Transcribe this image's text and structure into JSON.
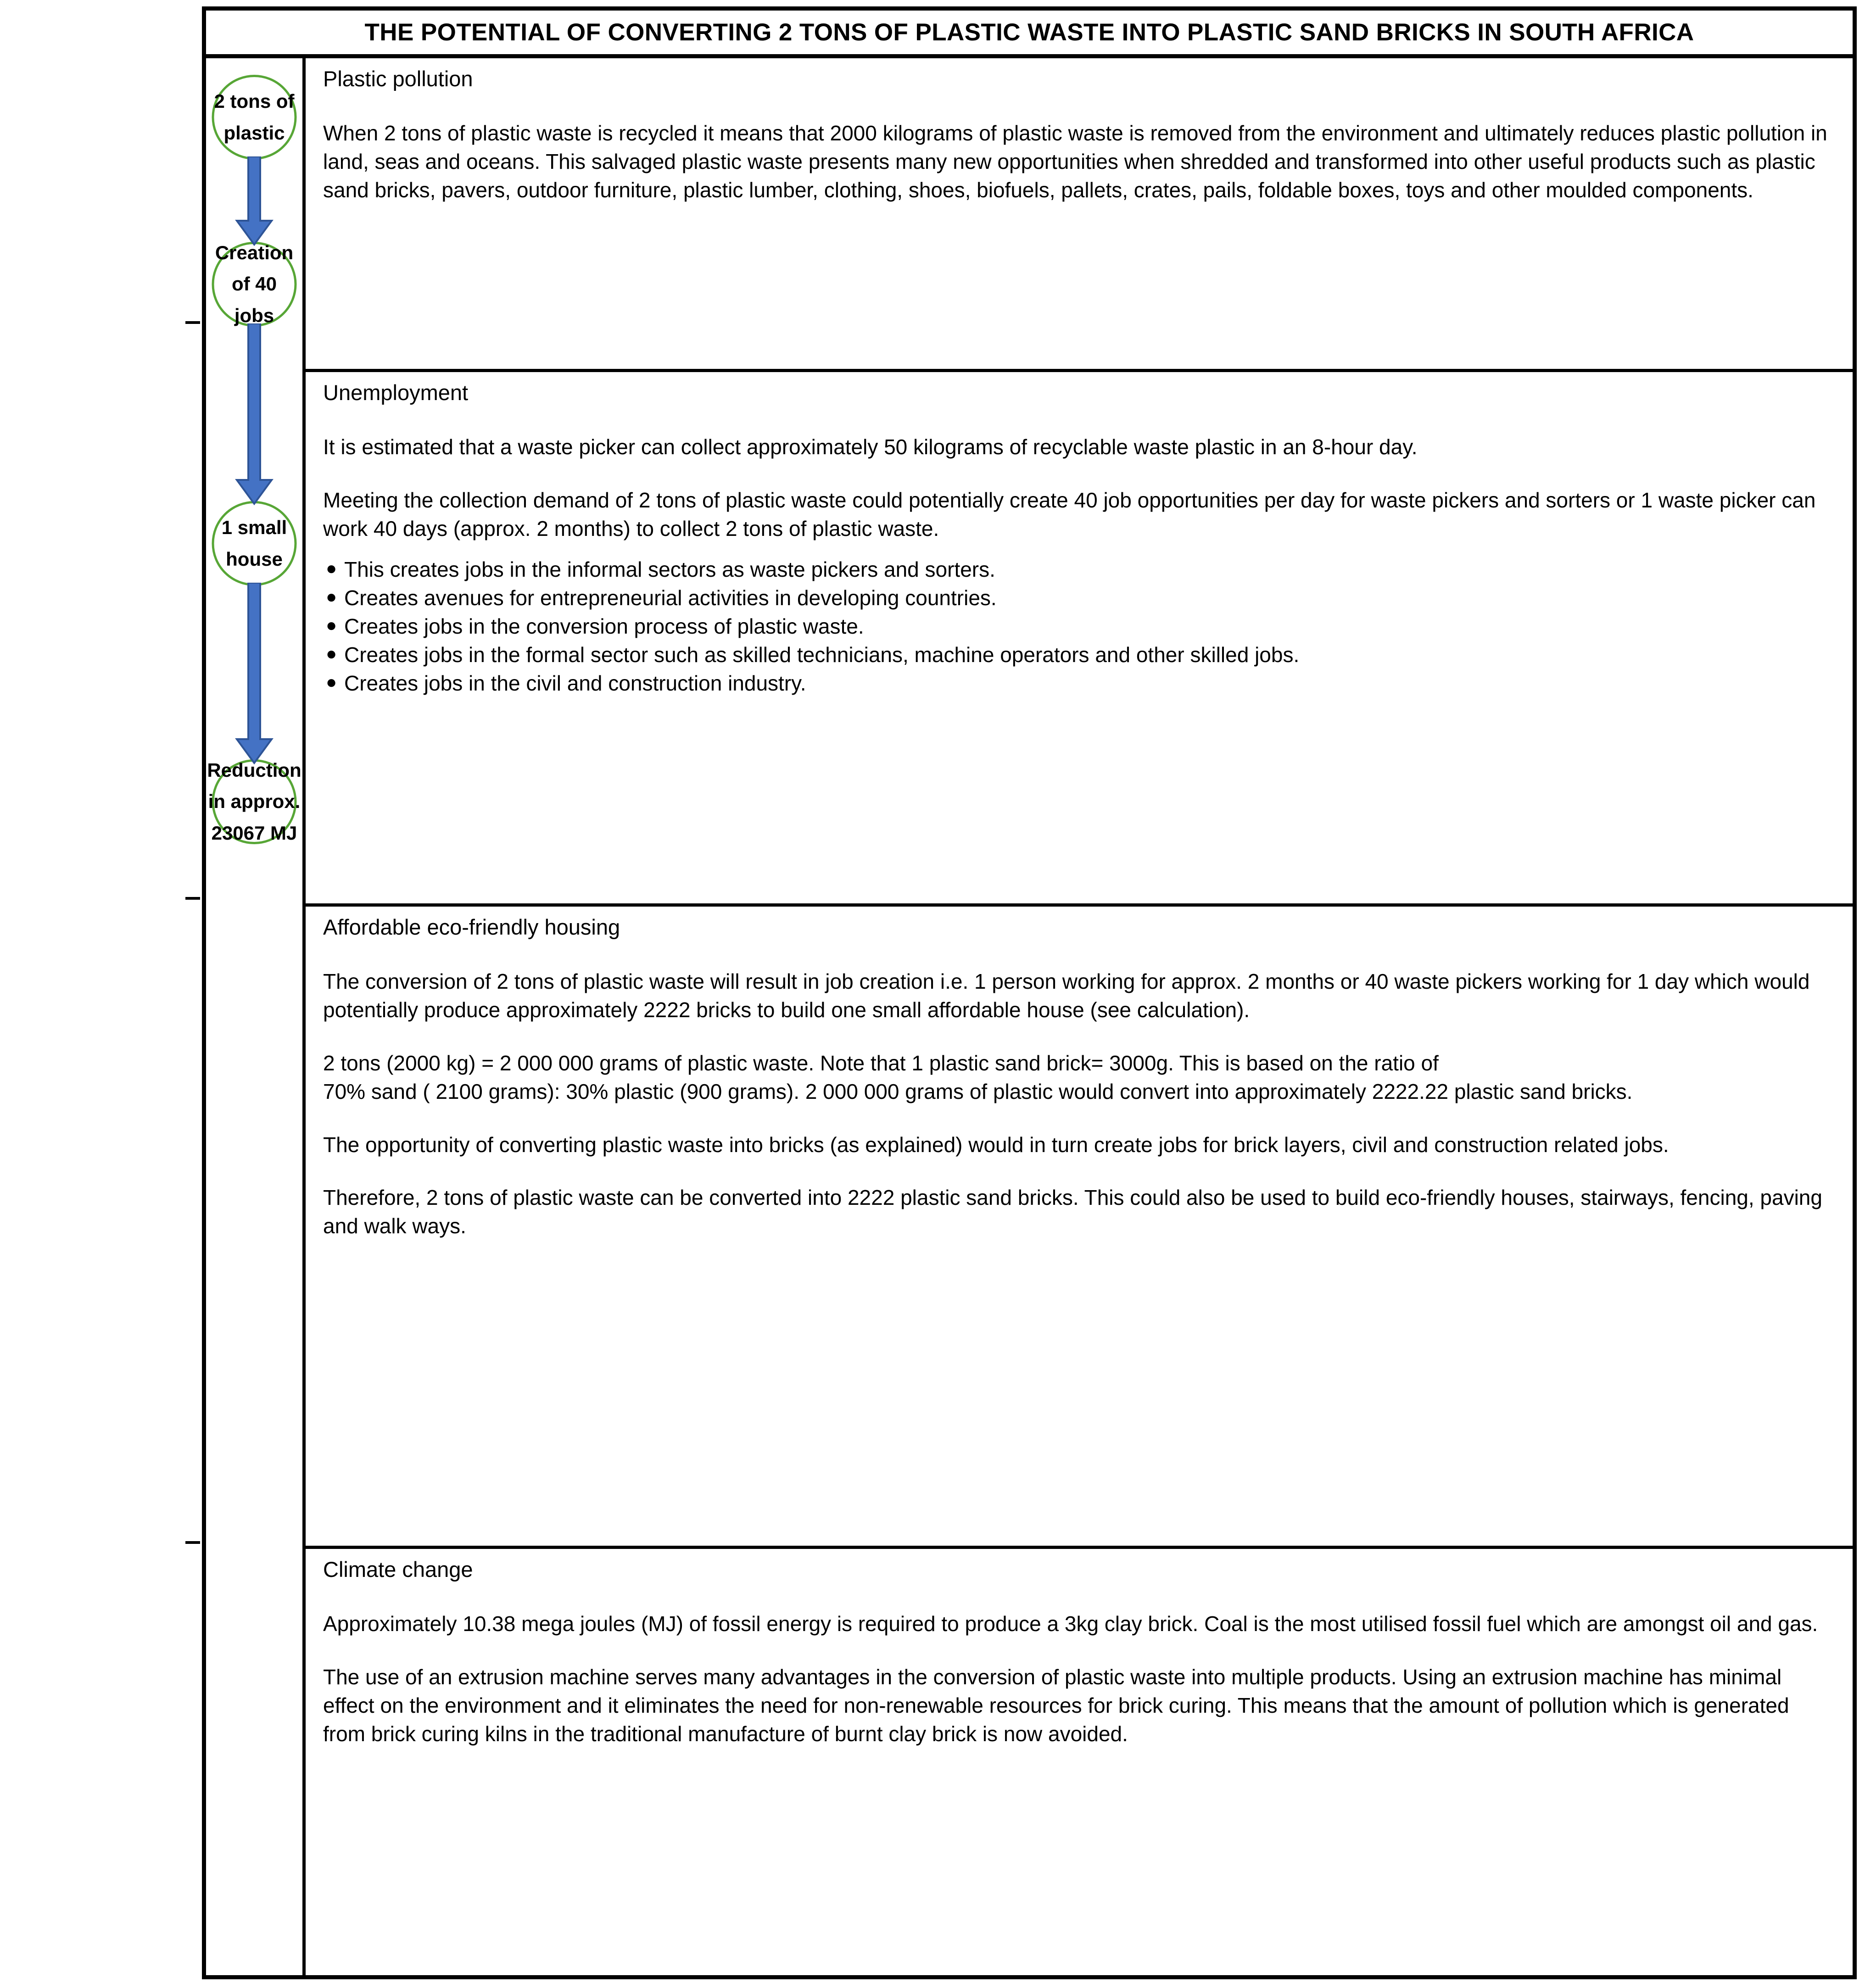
{
  "document": {
    "title": "THE POTENTIAL OF CONVERTING 2 TONS OF PLASTIC WASTE INTO PLASTIC SAND BRICKS IN SOUTH AFRICA"
  },
  "flow": {
    "accent_circle_color": "#57A636",
    "accent_arrow_fill": "#4472C4",
    "accent_arrow_stroke": "#2E5496",
    "nodes": [
      {
        "id": "node-2-tons-of-plastic",
        "lines": [
          "2 tons of",
          "plastic"
        ]
      },
      {
        "id": "node-creation-of-40-jobs",
        "lines": [
          "Creation",
          "of 40",
          "jobs"
        ]
      },
      {
        "id": "node-1-small-house",
        "lines": [
          "1 small",
          "house"
        ]
      },
      {
        "id": "node-reduction-in-mj",
        "lines": [
          "Reduction",
          "in approx.",
          "23067 MJ"
        ]
      }
    ],
    "arrows": [
      {
        "id": "arrow-plastic-to-jobs"
      },
      {
        "id": "arrow-jobs-to-house"
      },
      {
        "id": "arrow-house-to-reduction"
      }
    ]
  },
  "sections": [
    {
      "id": "section-plastic-pollution",
      "heading": "Plastic pollution",
      "paragraphs": [
        "When 2 tons of plastic waste is recycled it means that 2000 kilograms of plastic waste is removed from the environment and ultimately reduces plastic pollution in land, seas and oceans. This salvaged plastic waste presents many new opportunities when shredded and transformed into other useful products such as plastic sand bricks, pavers, outdoor furniture, plastic lumber, clothing, shoes, biofuels, pallets, crates, pails, foldable boxes, toys and other moulded components."
      ],
      "bullets": []
    },
    {
      "id": "section-unemployment",
      "heading": "Unemployment",
      "paragraphs": [
        "It is estimated that a waste picker can collect approximately 50 kilograms of recyclable waste plastic in an 8-hour day.",
        "Meeting the collection demand of 2 tons of plastic waste could potentially create 40 job opportunities per day for waste pickers and sorters or 1 waste picker can work 40 days (approx. 2 months) to collect 2 tons of plastic waste."
      ],
      "bullets": [
        "This creates jobs in the informal sectors as waste pickers and sorters.",
        "Creates avenues for entrepreneurial activities in developing countries.",
        "Creates jobs in the conversion process of plastic waste.",
        "Creates jobs in the formal sector such as skilled technicians, machine operators and other skilled jobs.",
        "Creates jobs in the civil and construction industry."
      ]
    },
    {
      "id": "section-affordable-eco-friendly-housing",
      "heading": "Affordable eco-friendly housing",
      "paragraphs": [
        "The conversion of 2 tons of plastic waste will result in job creation i.e. 1 person working for approx. 2 months or 40 waste pickers working for 1 day which would potentially produce approximately 2222 bricks to build one small affordable house (see calculation).",
        "2 tons (2000 kg) = 2 000 000 grams of plastic waste. Note that 1 plastic sand brick= 3000g. This is based on the ratio of",
        "70% sand ( 2100 grams): 30% plastic (900 grams).  2 000 000 grams of plastic would convert into approximately 2222.22 plastic sand bricks.",
        "The opportunity of converting plastic waste into bricks (as explained) would in turn create jobs for brick layers, civil and construction related jobs.",
        "Therefore, 2 tons of plastic waste can be converted into 2222 plastic sand bricks.  This could also be used to build eco-friendly houses, stairways, fencing, paving and walk ways."
      ],
      "bullets": []
    },
    {
      "id": "section-climate-change",
      "heading": "Climate change",
      "paragraphs": [
        "Approximately 10.38 mega joules (MJ) of fossil energy is required to produce a 3kg clay brick. Coal is the most utilised fossil fuel which are amongst oil and gas.",
        "The use of an extrusion machine serves many advantages in the conversion of plastic waste into multiple products. Using an extrusion machine has minimal effect on the environment and it eliminates the need for non-renewable resources for brick curing. This means that the amount of pollution which is generated from brick curing kilns in the traditional manufacture of burnt clay brick is now avoided."
      ],
      "bullets": []
    }
  ]
}
